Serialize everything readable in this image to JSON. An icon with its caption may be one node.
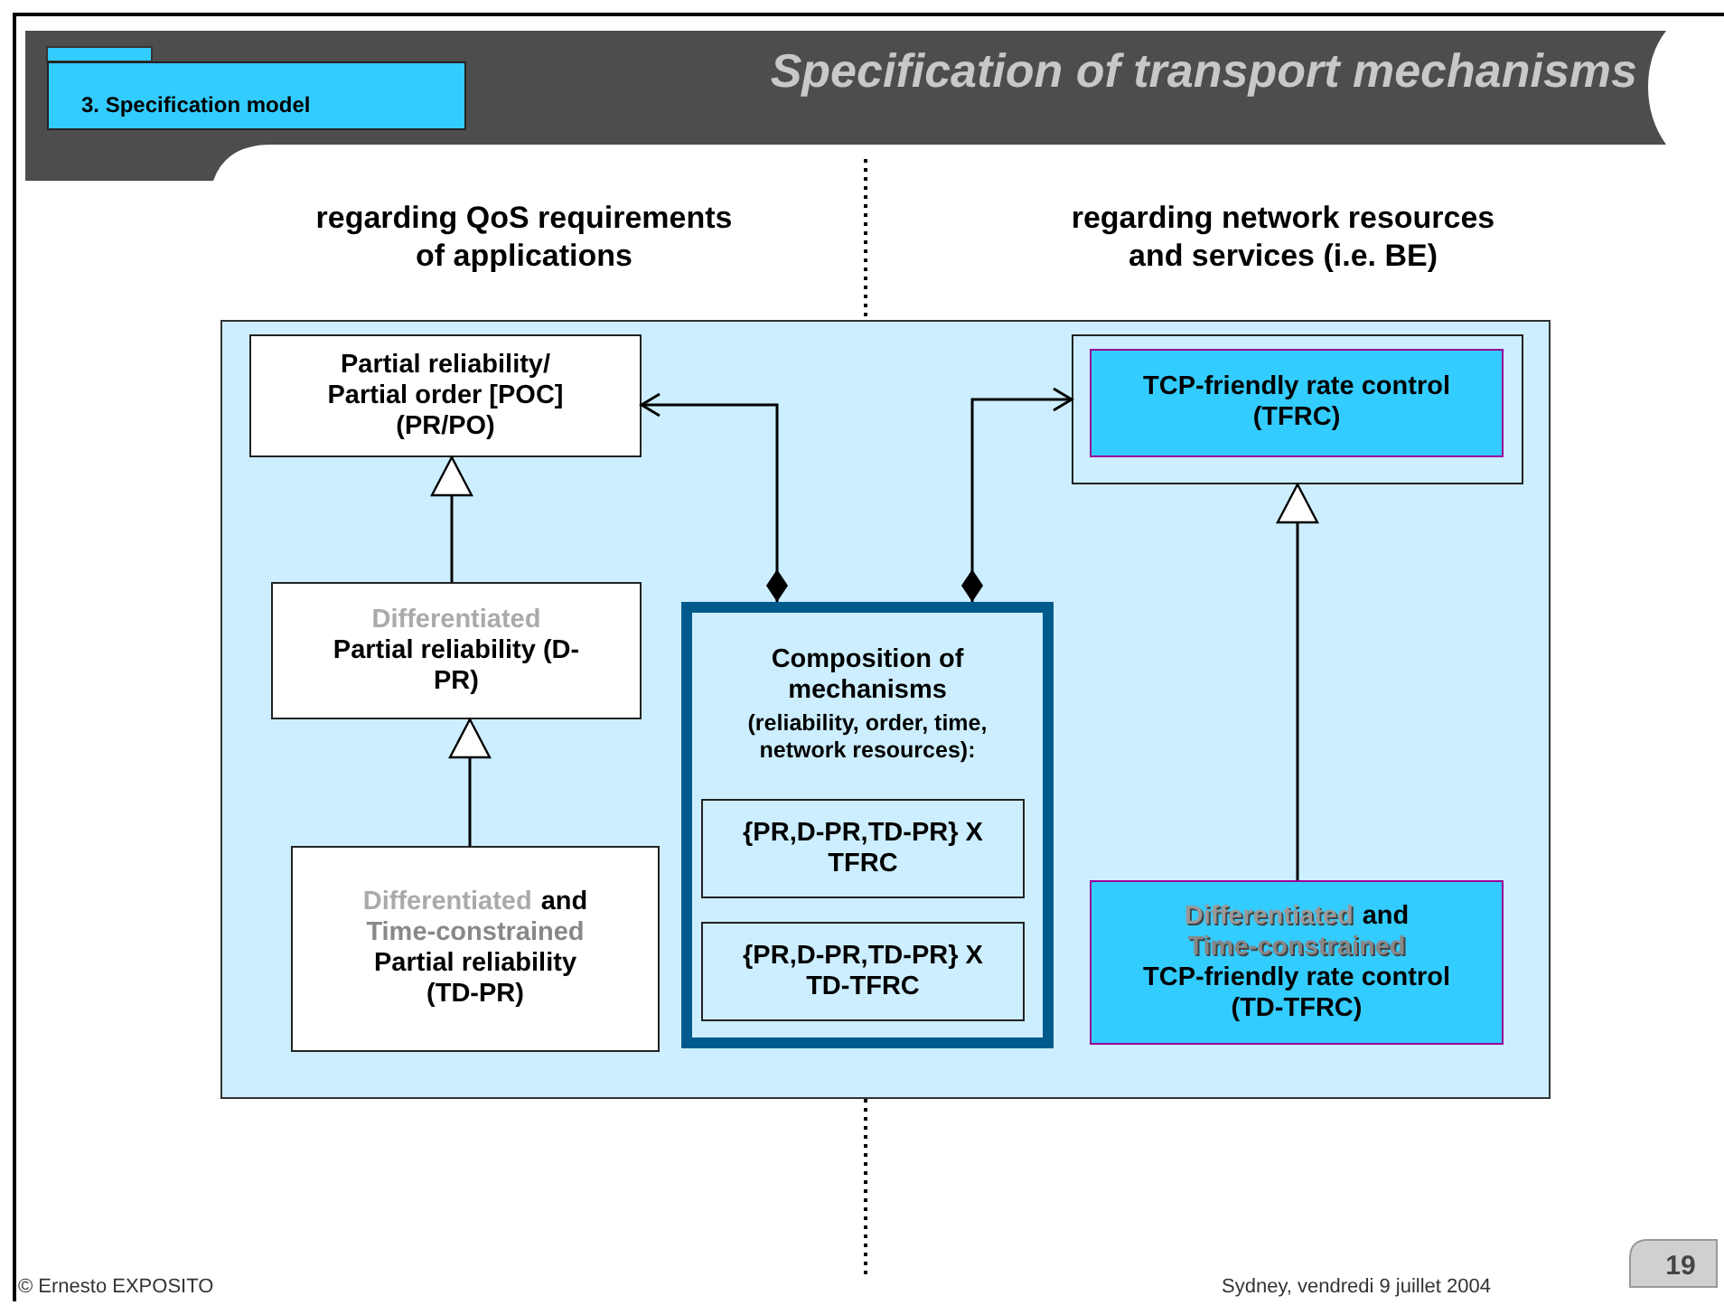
{
  "diagram": {
    "title": "Specification of transport mechanisms",
    "nodes": [
      {
        "text": [],
        "shape": "box"
      },
      {
        "text": [
          "Partial reliability/ Partial order [POC] (PR/PO)"
        ],
        "in": 0
      },
      {
        "text": [
          "Differentiated",
          "Partial reliability (D-PR)"
        ],
        "in": 0
      },
      {
        "text": [
          "Differentiated",
          "and",
          "Time-constrained",
          "Partial reliability (TD-PR)"
        ],
        "in": 0
      },
      {
        "text": [
          "Composition of mechanisms",
          "(reliability, order, time, network resources):"
        ],
        "in": 0
      },
      {
        "text": [
          "{PR,D-PR,TD-PR} X TFRC"
        ],
        "in": 4
      },
      {
        "text": [
          "{PR,D-PR,TD-PR} X TD-TFRC"
        ],
        "in": 4
      },
      {
        "text": [],
        "shape": "box",
        "in": 0
      },
      {
        "text": [
          "TCP-friendly rate control (TFRC)"
        ],
        "in": 7
      },
      {
        "text": [
          "Differentiated",
          "and",
          "Time-constrained",
          "TCP-friendly rate control (TD-TFRC)"
        ],
        "in": 0
      }
    ],
    "edges": [
      {
        "from": 2,
        "to": 1,
        "arrow": "to"
      },
      {
        "from": 3,
        "to": 2,
        "arrow": "to"
      },
      {
        "from": 4,
        "to": 1,
        "arrow": "to"
      },
      {
        "from": 4,
        "to": 7,
        "arrow": "to"
      },
      {
        "from": 9,
        "to": 7,
        "arrow": "to"
      }
    ],
    "labels": [
      "3. Specification model",
      "regarding QoS requirements of applications",
      "regarding network resources and services (i.e. BE)",
      "© Ernesto EXPOSITO",
      "Sydney, vendredi 9 juillet 2004",
      "19"
    ]
  }
}
